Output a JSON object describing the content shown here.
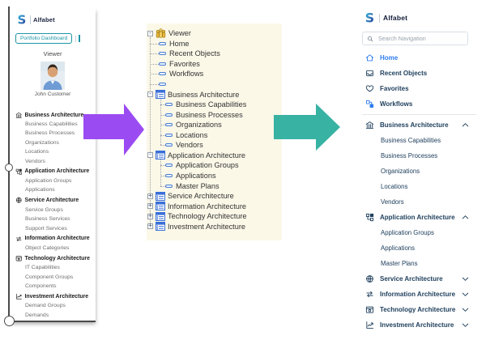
{
  "legacy_panel": {
    "brand": "Alfabet",
    "tab_label": "Portfolio Dashboard",
    "view_title": "Viewer",
    "user_name": "John Customer",
    "sections": [
      {
        "label": "Business Architecture",
        "icon": "building-icon",
        "items": [
          "Business Capabilities",
          "Business Processes",
          "Organizations",
          "Locations",
          "Vendors"
        ]
      },
      {
        "label": "Application Architecture",
        "icon": "app-network-icon",
        "items": [
          "Application Groups",
          "Applications"
        ]
      },
      {
        "label": "Service Architecture",
        "icon": "globe-icon",
        "items": [
          "Service Groups",
          "Business Services",
          "Support Services"
        ]
      },
      {
        "label": "Information Architecture",
        "icon": "swap-arrows-icon",
        "items": [
          "Object Categories"
        ]
      },
      {
        "label": "Technology Architecture",
        "icon": "tech-box-icon",
        "items": [
          "IT Capabilities",
          "Component Groups",
          "Components"
        ]
      },
      {
        "label": "Investment Architecture",
        "icon": "trend-chart-icon",
        "items": [
          "Demand Groups",
          "Demands"
        ]
      }
    ]
  },
  "tree_panel": {
    "background": "#fbf8e8",
    "rows": [
      {
        "label": "Viewer",
        "level": 0,
        "type": "root",
        "expander": "-",
        "icon": "viewer-icon"
      },
      {
        "label": "Home",
        "level": 1,
        "type": "leaf",
        "icon": "oval-icon"
      },
      {
        "label": "Recent Objects",
        "level": 1,
        "type": "leaf",
        "icon": "oval-icon"
      },
      {
        "label": "Favorites",
        "level": 1,
        "type": "leaf",
        "icon": "oval-icon"
      },
      {
        "label": "Workflows",
        "level": 1,
        "type": "leaf",
        "icon": "oval-icon"
      },
      {
        "label": "",
        "level": 1,
        "type": "leaf",
        "icon": "oval-icon"
      },
      {
        "label": "Business Architecture",
        "level": 1,
        "type": "section",
        "expander": "-",
        "icon": "window-icon"
      },
      {
        "label": "Business Capabilities",
        "level": 2,
        "type": "leaf",
        "icon": "oval-icon"
      },
      {
        "label": "Business Processes",
        "level": 2,
        "type": "leaf",
        "icon": "oval-icon"
      },
      {
        "label": "Organizations",
        "level": 2,
        "type": "leaf",
        "icon": "oval-icon"
      },
      {
        "label": "Locations",
        "level": 2,
        "type": "leaf",
        "icon": "oval-icon"
      },
      {
        "label": "Vendors",
        "level": 2,
        "type": "leaf",
        "icon": "oval-icon"
      },
      {
        "label": "Application Architecture",
        "level": 1,
        "type": "section",
        "expander": "-",
        "icon": "window-icon"
      },
      {
        "label": "Application Groups",
        "level": 2,
        "type": "leaf",
        "icon": "oval-icon"
      },
      {
        "label": "Applications",
        "level": 2,
        "type": "leaf",
        "icon": "oval-icon"
      },
      {
        "label": "Master Plans",
        "level": 2,
        "type": "leaf",
        "icon": "oval-icon"
      },
      {
        "label": "Service Architecture",
        "level": 1,
        "type": "section",
        "expander": "+",
        "icon": "window-icon"
      },
      {
        "label": "Information Architecture",
        "level": 1,
        "type": "section",
        "expander": "+",
        "icon": "window-icon"
      },
      {
        "label": "Technology Architecture",
        "level": 1,
        "type": "section",
        "expander": "+",
        "icon": "window-icon"
      },
      {
        "label": "Investment Architecture",
        "level": 1,
        "type": "section",
        "expander": "+",
        "icon": "window-icon"
      }
    ]
  },
  "modern_panel": {
    "brand": "Alfabet",
    "search_placeholder": "Search Navigation",
    "items": [
      {
        "label": "Home",
        "icon": "home-icon",
        "kind": "top",
        "active": true
      },
      {
        "label": "Recent Objects",
        "icon": "inbox-icon",
        "kind": "top"
      },
      {
        "label": "Favorites",
        "icon": "heart-icon",
        "kind": "top"
      },
      {
        "label": "Workflows",
        "icon": "workflow-icon",
        "kind": "top",
        "icon_color": "#2e7cf0"
      },
      {
        "kind": "divider"
      },
      {
        "label": "Business Architecture",
        "icon": "building-icon",
        "kind": "section",
        "chevron": "up"
      },
      {
        "label": "Business Capabilities",
        "kind": "child"
      },
      {
        "label": "Business Processes",
        "kind": "child"
      },
      {
        "label": "Organizations",
        "kind": "child"
      },
      {
        "label": "Locations",
        "kind": "child"
      },
      {
        "label": "Vendors",
        "kind": "child"
      },
      {
        "label": "Application Architecture",
        "icon": "app-network-icon",
        "kind": "section",
        "chevron": "up"
      },
      {
        "label": "Application Groups",
        "kind": "child"
      },
      {
        "label": "Applications",
        "kind": "child"
      },
      {
        "label": "Master Plans",
        "kind": "child"
      },
      {
        "label": "Service Architecture",
        "icon": "globe-icon",
        "kind": "section",
        "chevron": "down"
      },
      {
        "label": "Information Architecture",
        "icon": "swap-arrows-icon",
        "kind": "section",
        "chevron": "down"
      },
      {
        "label": "Technology Architecture",
        "icon": "tech-box-icon",
        "kind": "section",
        "chevron": "down"
      },
      {
        "label": "Investment Architecture",
        "icon": "trend-chart-icon",
        "kind": "section",
        "chevron": "down"
      }
    ],
    "colors": {
      "accent": "#2e7cf0",
      "text": "#21415e"
    }
  },
  "arrows": {
    "purple": "#9b4bf2",
    "teal": "#38b2a3"
  }
}
